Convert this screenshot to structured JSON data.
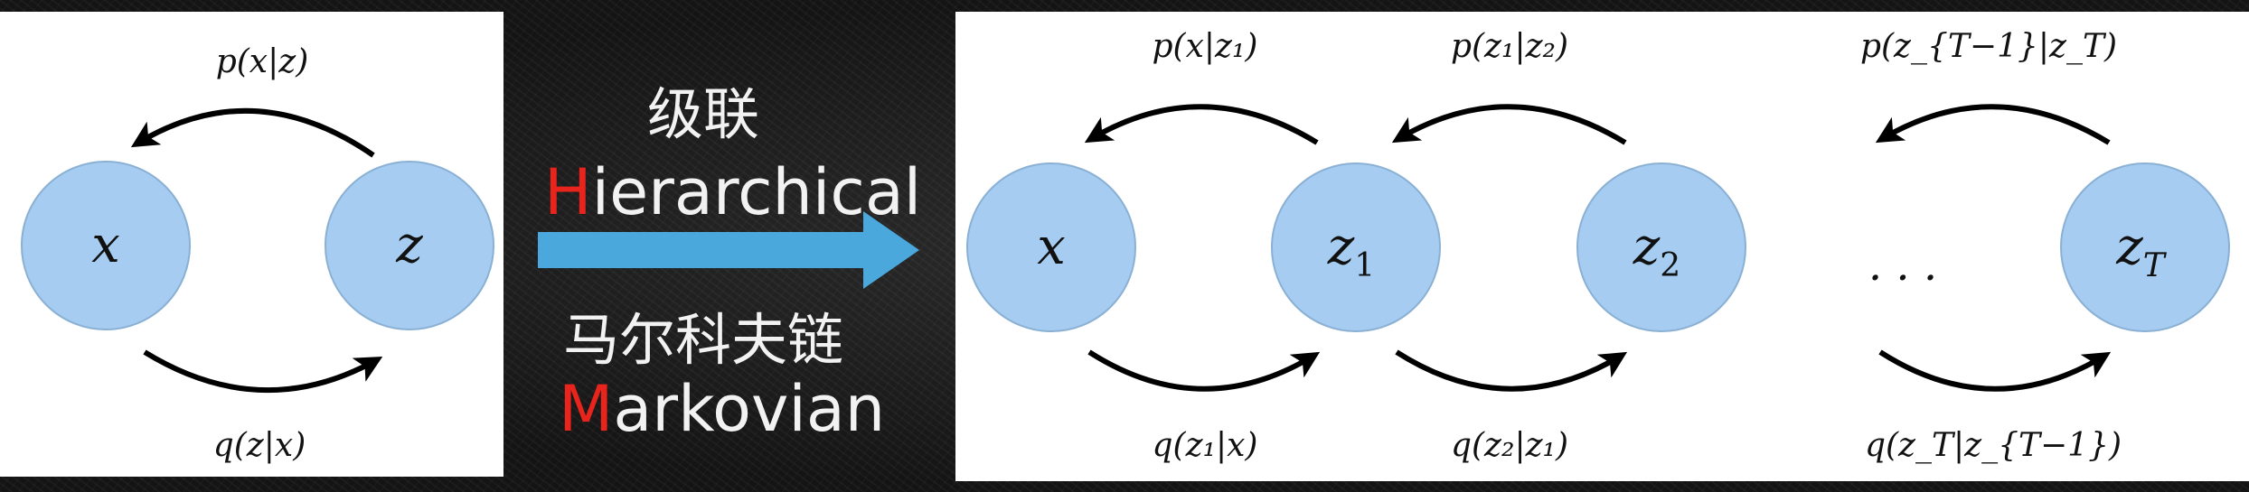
{
  "left_panel": {
    "node_x": "x",
    "node_z": "z",
    "top_arrow_label": "p(x|z)",
    "bottom_arrow_label": "q(z|x)"
  },
  "middle": {
    "line1": "级联",
    "line2_first": "H",
    "line2_rest": "ierarchical",
    "line3": "马尔科夫链",
    "line4_first": "M",
    "line4_rest": "arkovian",
    "highlight_color": "#e8241c",
    "arrow_color": "#4aa8dc"
  },
  "right_panel": {
    "nodes": [
      {
        "base": "x",
        "sub": ""
      },
      {
        "base": "z",
        "sub": "1"
      },
      {
        "base": "z",
        "sub": "2"
      },
      {
        "base": "z",
        "sub": "T"
      }
    ],
    "ellipsis": ". . .",
    "top_labels": [
      "p(x|z₁)",
      "p(z₁|z₂)",
      "p(z_{T−1}|z_T)"
    ],
    "bottom_labels": [
      "q(z₁|x)",
      "q(z₂|z₁)",
      "q(z_T|z_{T−1})"
    ]
  },
  "colors": {
    "node_fill": "#a6cdf1",
    "node_stroke": "#8ab0d4",
    "panel": "#ffffff"
  }
}
